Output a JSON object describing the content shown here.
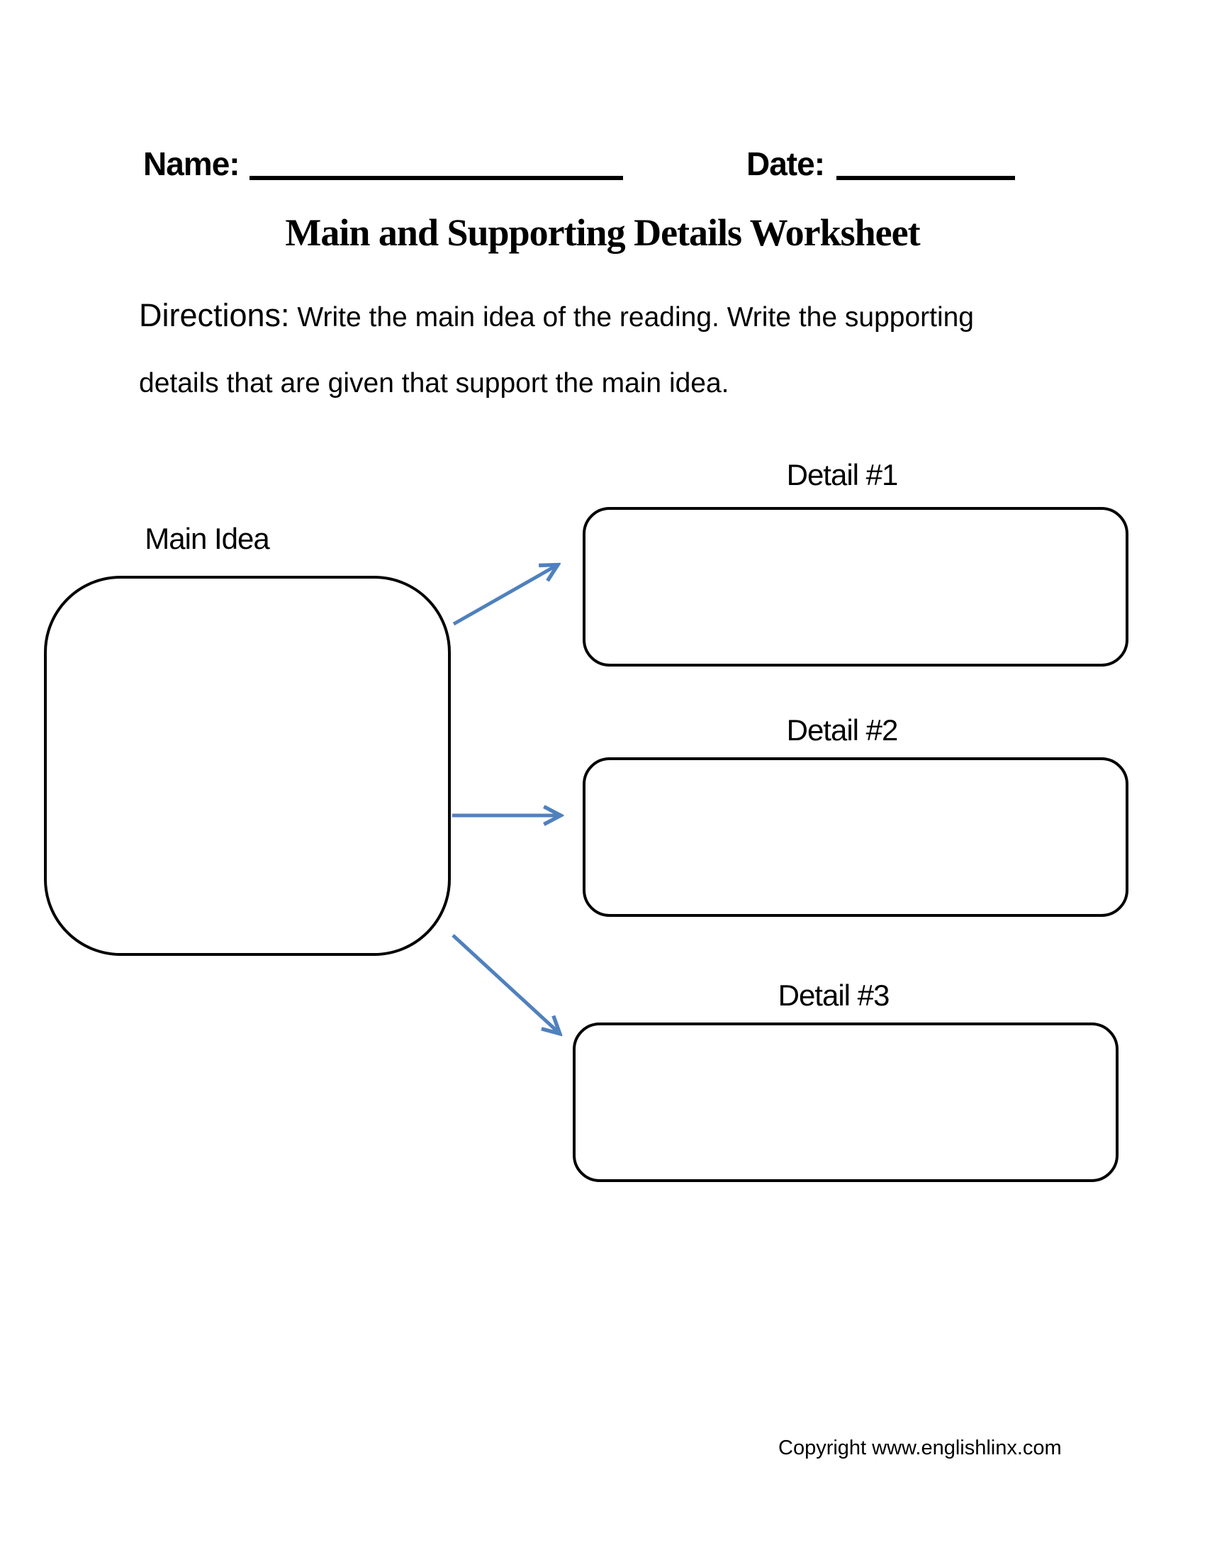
{
  "page": {
    "background_color": "#ffffff",
    "text_color": "#000000"
  },
  "header": {
    "name_label": "Name:",
    "name_blank_value": "",
    "date_label": "Date:",
    "date_blank_value": "",
    "title": "Main and Supporting Details Worksheet"
  },
  "directions": {
    "prefix": "Directions:",
    "line1_rest": " Write the main idea of the reading. Write the supporting",
    "line2": "details that are given that support the main idea."
  },
  "diagram": {
    "main_idea": {
      "label": "Main Idea",
      "box_value": ""
    },
    "details": [
      {
        "label": "Detail #1",
        "box_value": ""
      },
      {
        "label": "Detail #2",
        "box_value": ""
      },
      {
        "label": "Detail #3",
        "box_value": ""
      }
    ],
    "arrow_color": "#4F81BD",
    "box_border_color": "#000000"
  },
  "footer": {
    "copyright": "Copyright www.englishlinx.com"
  }
}
